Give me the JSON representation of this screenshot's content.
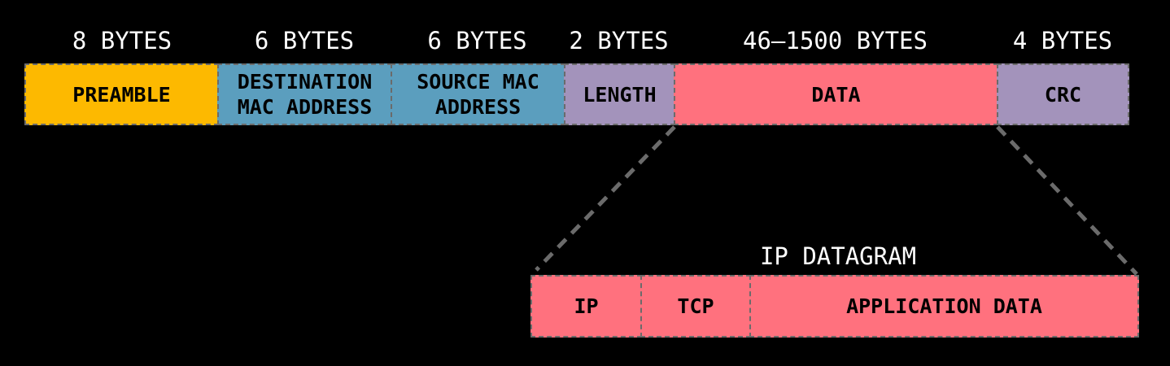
{
  "frame": {
    "fields": [
      {
        "size": "8 BYTES",
        "label": "PREAMBLE",
        "color": "#FDB900"
      },
      {
        "size": "6 BYTES",
        "label": "DESTINATION\nMAC ADDRESS",
        "color": "#5B9EBE"
      },
      {
        "size": "6 BYTES",
        "label": "SOURCE MAC\nADDRESS",
        "color": "#5B9EBE"
      },
      {
        "size": "2 BYTES",
        "label": "LENGTH",
        "color": "#A393BB"
      },
      {
        "size": "46–1500 BYTES",
        "label": "DATA",
        "color": "#FF717E"
      },
      {
        "size": "4 BYTES",
        "label": "CRC",
        "color": "#A393BB"
      }
    ]
  },
  "datagram": {
    "title": "IP DATAGRAM",
    "fields": [
      {
        "label": "IP",
        "color": "#FF717E"
      },
      {
        "label": "TCP",
        "color": "#FF717E"
      },
      {
        "label": "APPLICATION DATA",
        "color": "#FF717E"
      }
    ]
  },
  "colors": {
    "background": "#000000",
    "border": "#6B6B6B",
    "connector": "#6B6B6B",
    "text_on_dark": "#FFFFFF"
  }
}
